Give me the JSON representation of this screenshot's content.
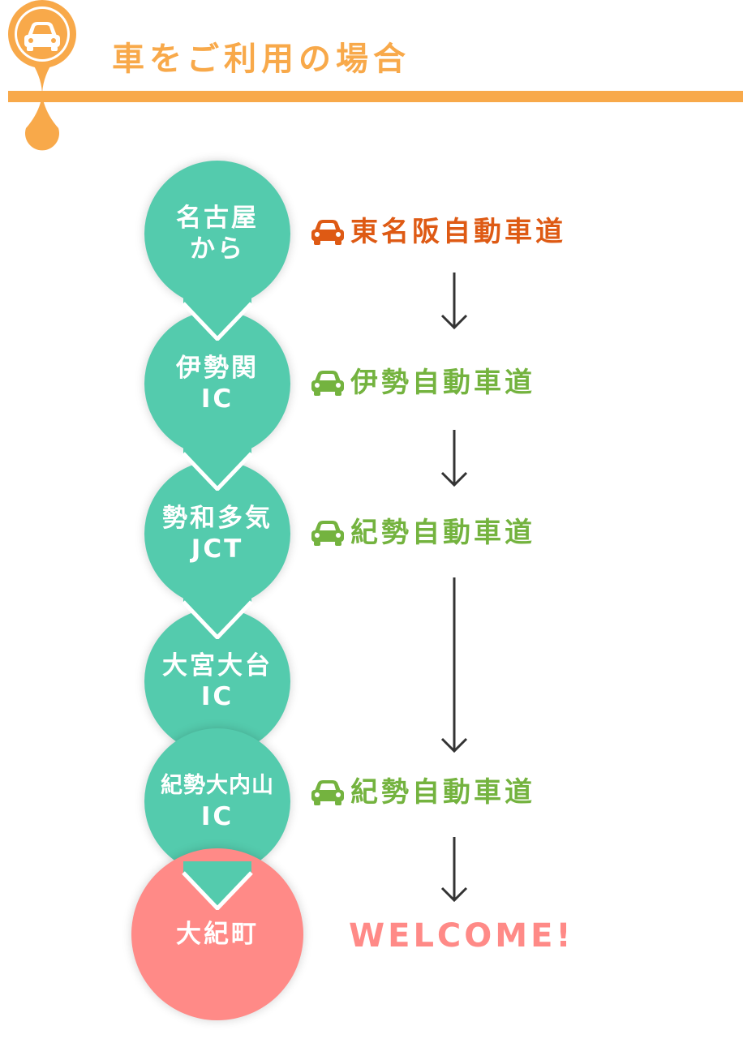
{
  "colors": {
    "accent": "#f8a94a",
    "node_green": "#54cbad",
    "node_pink": "#ff8a87",
    "expressway_orange": "#de5a14",
    "expressway_green": "#74b33f",
    "arrow": "#333333"
  },
  "header": {
    "title": "車をご利用の場合",
    "icon": "car-icon"
  },
  "stops": [
    {
      "line1": "名古屋",
      "line2": "から"
    },
    {
      "line1": "伊勢関",
      "line2": "IC"
    },
    {
      "line1": "勢和多気",
      "line2": "JCT"
    },
    {
      "line1": "大宮大台",
      "line2": "IC"
    },
    {
      "line1": "紀勢大内山",
      "line2": "IC"
    },
    {
      "line1": "大紀町"
    }
  ],
  "routes": [
    {
      "icon": "car-icon",
      "label": "東名阪自動車道",
      "color": "#de5a14"
    },
    {
      "icon": "car-icon",
      "label": "伊勢自動車道",
      "color": "#74b33f"
    },
    {
      "icon": "car-icon",
      "label": "紀勢自動車道",
      "color": "#74b33f"
    },
    {
      "icon": "car-icon",
      "label": "紀勢自動車道",
      "color": "#74b33f"
    }
  ],
  "arrival": "WELCOME!"
}
